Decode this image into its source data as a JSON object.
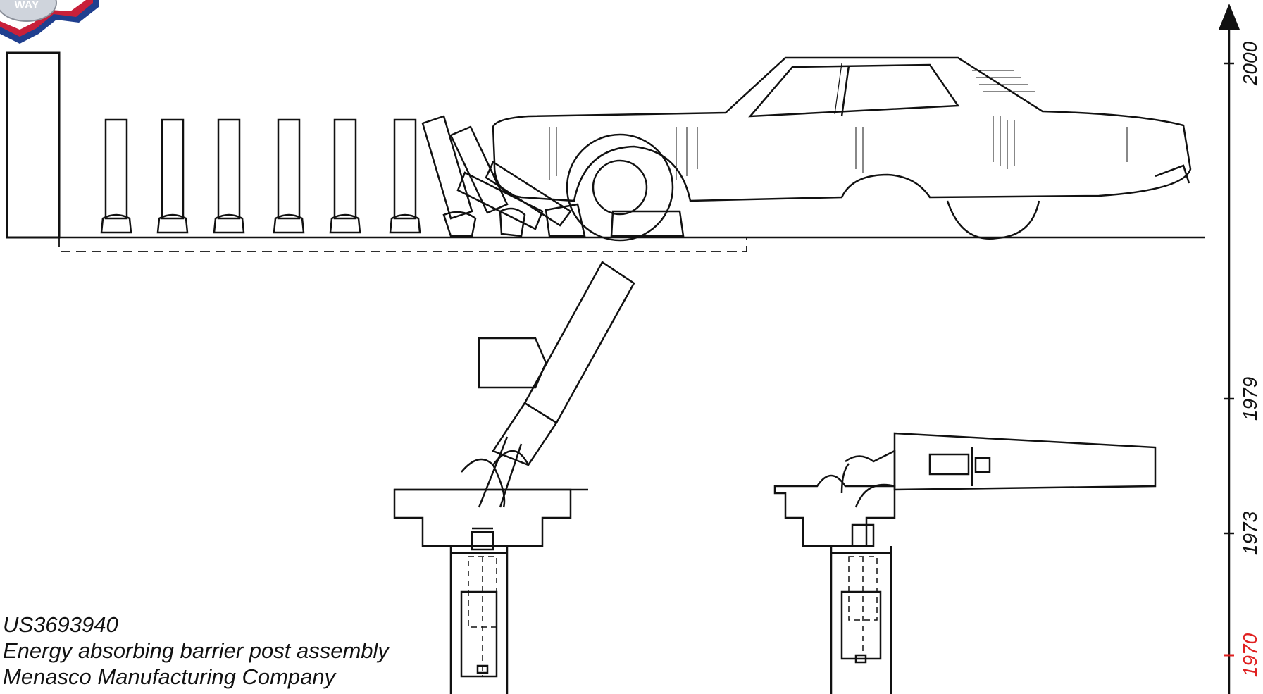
{
  "caption": {
    "patent_number": "US3693940",
    "title": "Energy absorbing barrier post assembly",
    "company": "Menasco Manufacturing Company"
  },
  "logo": {
    "text": "WAY"
  },
  "timeline": {
    "ticks": [
      {
        "label": "2000",
        "color": "#111111"
      },
      {
        "label": "1979",
        "color": "#111111"
      },
      {
        "label": "1973",
        "color": "#111111"
      },
      {
        "label": "1970",
        "color": "#e02020"
      }
    ]
  },
  "colors": {
    "line": "#111111",
    "highlight": "#e02020",
    "logo_red": "#c8203a",
    "logo_blue": "#1f3f8f"
  }
}
